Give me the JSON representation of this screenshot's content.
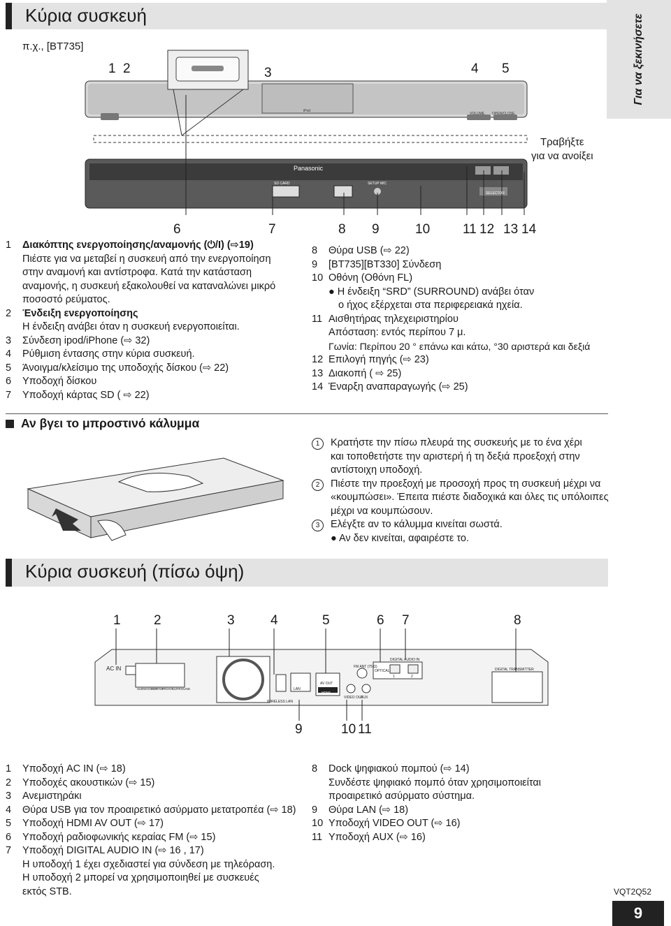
{
  "section1": {
    "title": "Κύρια συσκευή",
    "example": "π.χ., [BT735]"
  },
  "side_tab": "Για να ξεκινήσετε",
  "front": {
    "callouts_top": [
      "1",
      "2",
      "3",
      "4",
      "5"
    ],
    "callouts_bottom": [
      "6",
      "7",
      "8",
      "9",
      "10",
      "11",
      "12",
      "13",
      "14"
    ],
    "pull_note": [
      "Τραβήξτε",
      "για να ανοίξει"
    ],
    "labels": {
      "brand": "Panasonic",
      "volume": "VOLUME",
      "open_close": "OPEN/CLOSE",
      "ipod": "iPod",
      "selector": "SELECTOR",
      "sd": "SD CARD",
      "setup_mic": "SETUP MIC"
    }
  },
  "left_list": [
    {
      "n": "1",
      "lines": [
        "Διακόπτης ενεργοποίησης/αναμονής (⏻/I) (⇨19)",
        "Πιέστε για να μεταβεί η συσκευή από την ενεργοποίηση",
        "στην αναμονή και αντίστροφα. Κατά την κατάσταση",
        "αναμονής, η συσκευή εξακολουθεί να καταναλώνει μικρό",
        "ποσοστό ρεύματος."
      ]
    },
    {
      "n": "2",
      "lines": [
        "Ένδειξη ενεργοποίησης",
        "Η ένδειξη ανάβει όταν η συσκευή ενεργοποιείται."
      ]
    },
    {
      "n": "3",
      "lines": [
        "Σύνδεση ipod/iPhone (⇨ 32)"
      ]
    },
    {
      "n": "4",
      "lines": [
        "Ρύθμιση έντασης στην κύρια συσκευή."
      ]
    },
    {
      "n": "5",
      "lines": [
        "Άνοιγμα/κλείσιμο της υποδοχής δίσκου (⇨ 22)"
      ]
    },
    {
      "n": "6",
      "lines": [
        "Υποδοχή δίσκου"
      ]
    },
    {
      "n": "7",
      "lines": [
        "Υποδοχή κάρτας SD ( ⇨ 22)"
      ]
    }
  ],
  "right_list": [
    {
      "n": "8",
      "lines": [
        "Θύρα USB (⇨ 22)"
      ]
    },
    {
      "n": "9",
      "lines": [
        "[BT735][BT330] Σύνδεση"
      ]
    },
    {
      "n": "10",
      "lines": [
        "Οθόνη (Οθόνη FL)",
        "● Η ένδειξη “SRD” (SURROUND) ανάβει όταν",
        "ο ήχος εξέρχεται στα περιφερειακά ηχεία."
      ]
    },
    {
      "n": "11",
      "lines": [
        "Αισθητήρας τηλεχειριστηρίου",
        "Απόσταση: εντός περίπου 7 μ.",
        "Γωνία: Περίπου 20 ° επάνω και κάτω, °30 αριστερά και δεξιά"
      ]
    },
    {
      "n": "12",
      "lines": [
        "Επιλογή πηγής (⇨ 23)"
      ]
    },
    {
      "n": "13",
      "lines": [
        "Διακοπή ( ⇨ 25)"
      ]
    },
    {
      "n": "14",
      "lines": [
        "Έναρξη αναπαραγωγής (⇨ 25)"
      ]
    }
  ],
  "section2": {
    "title": "Αν βγει το μπροστινό κάλυμμα",
    "steps": [
      {
        "n": "1",
        "lines": [
          "Κρατήστε την πίσω πλευρά της συσκευής με το ένα χέρι",
          "και τοποθετήστε την αριστερή ή τη δεξιά προεξοχή στην",
          "αντίστοιχη υποδοχή."
        ]
      },
      {
        "n": "2",
        "lines": [
          "Πιέστε την προεξοχή με προσοχή προς τη συσκευή μέχρι να",
          "«κουμπώσει». Έπειτα πιέστε διαδοχικά και όλες τις υπόλοιπες",
          "μέχρι να κουμπώσουν."
        ]
      },
      {
        "n": "3",
        "lines": [
          "Ελέγξτε αν το κάλυμμα κινείται σωστά.",
          "● Αν δεν κινείται, αφαιρέστε το."
        ]
      }
    ]
  },
  "section3": {
    "title": "Κύρια συσκευή (πίσω όψη)"
  },
  "rear": {
    "callouts_top": [
      "1",
      "2",
      "3",
      "4",
      "5",
      "6",
      "7",
      "8"
    ],
    "callouts_bottom": [
      "9",
      "10",
      "11"
    ],
    "labels": {
      "ac_in": "AC IN",
      "digital_audio_in": "DIGITAL AUDIO IN",
      "optical": "OPTICAL",
      "digital_transmitter": "DIGITAL TRANSMITTER",
      "lan": "LAN",
      "wireless": "WIRELESS LAN",
      "av_out": "AV OUT",
      "video_out": "VIDEO OUT",
      "aux": "AUX",
      "fm_ant": "FM ANT (75 Ω)",
      "hdmi": "HDMI",
      "subwoofer": "SUBWOOFER",
      "center": "CENTER",
      "front": "FRONT",
      "surround": "SURROUND",
      "one": "1",
      "two": "2"
    }
  },
  "bottom_left": [
    {
      "n": "1",
      "lines": [
        "Υποδοχή AC IN (⇨ 18)"
      ]
    },
    {
      "n": "2",
      "lines": [
        "Υποδοχές ακουστικών (⇨ 15)"
      ]
    },
    {
      "n": "3",
      "lines": [
        "Ανεμιστηράκι"
      ]
    },
    {
      "n": "4",
      "lines": [
        "Θύρα USB για τον προαιρετικό ασύρματο μετατροπέα (⇨ 18)"
      ]
    },
    {
      "n": "5",
      "lines": [
        "Υποδοχή HDMI AV OUT (⇨ 17)"
      ]
    },
    {
      "n": "6",
      "lines": [
        "Υποδοχή ραδιοφωνικής κεραίας FM (⇨ 15)"
      ]
    },
    {
      "n": "7",
      "lines": [
        "Υποδοχή DIGITAL AUDIO IN (⇨ 16 , 17)",
        "Η υποδοχή 1 έχει σχεδιαστεί για σύνδεση με τηλεόραση.",
        "Η υποδοχή 2 μπορεί να χρησιμοποιηθεί με συσκευές",
        "εκτός STB."
      ]
    }
  ],
  "bottom_right": [
    {
      "n": "8",
      "lines": [
        "Dock ψηφιακού πομπού (⇨ 14)",
        "Συνδέστε ψηφιακό πομπό όταν χρησιμοποιείται",
        "προαιρετικό ασύρματο σύστημα."
      ]
    },
    {
      "n": "9",
      "lines": [
        "Θύρα LAN (⇨ 18)"
      ]
    },
    {
      "n": "10",
      "lines": [
        "Υποδοχή VIDEO OUT (⇨ 16)"
      ]
    },
    {
      "n": "11",
      "lines": [
        "Υποδοχή AUX (⇨ 16)"
      ]
    }
  ],
  "footer": {
    "doc_id": "VQT2Q52",
    "page": "9"
  }
}
